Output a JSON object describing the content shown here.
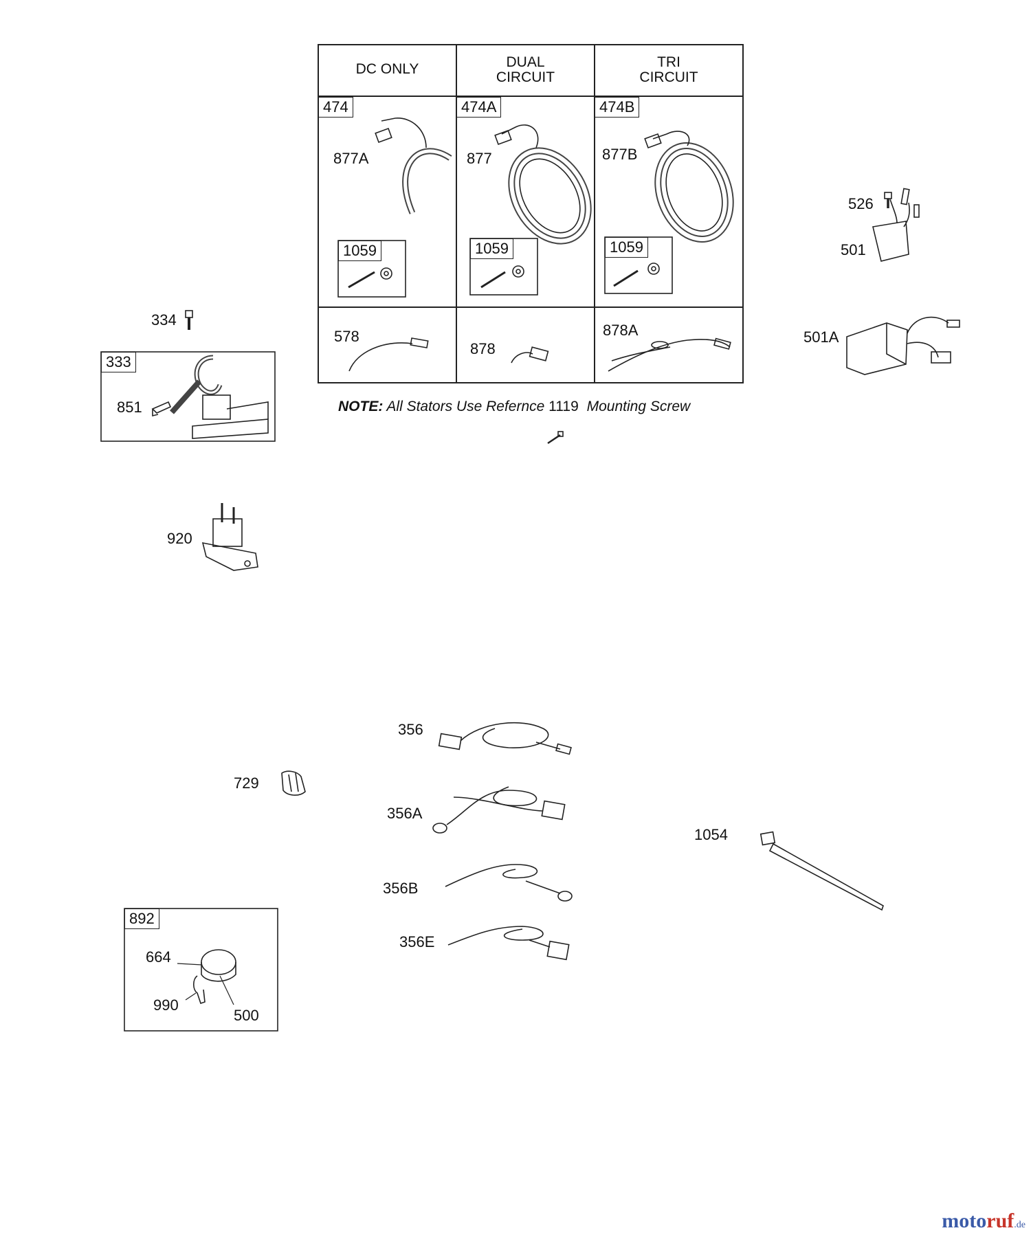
{
  "table": {
    "headers": [
      "DC ONLY",
      "DUAL\nCIRCUIT",
      "TRI\nCIRCUIT"
    ],
    "group_labels": [
      "474",
      "474A",
      "474B"
    ],
    "stator_labels": [
      "877A",
      "877",
      "877B"
    ],
    "kit_label": "1059",
    "harness_labels": [
      "578",
      "878",
      "878A"
    ]
  },
  "note": {
    "prefix": "NOTE:",
    "text": "All Stators Use Refernce",
    "ref": "1119",
    "suffix": "Mounting Screw"
  },
  "parts": {
    "p334": "334",
    "p333": "333",
    "p851": "851",
    "p920": "920",
    "p526": "526",
    "p501": "501",
    "p501A": "501A",
    "p356": "356",
    "p356A": "356A",
    "p356B": "356B",
    "p356E": "356E",
    "p729": "729",
    "p1054": "1054",
    "p892": "892",
    "p664": "664",
    "p990": "990",
    "p500": "500"
  },
  "logo": {
    "main": "moto",
    "accent": "ruf",
    "suffix": ".de"
  }
}
